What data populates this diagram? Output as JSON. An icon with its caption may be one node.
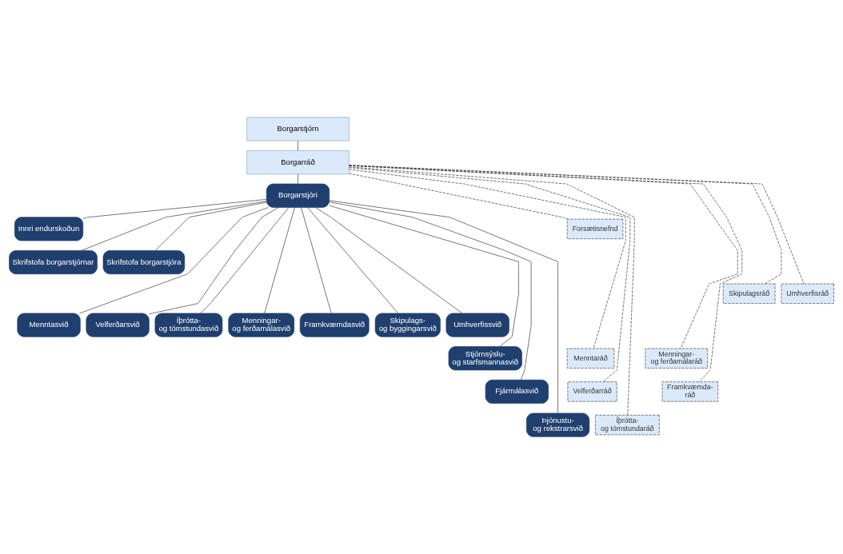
{
  "diagram": {
    "nodes": [
      {
        "text": [
          "Borgarstjórn"
        ]
      },
      {
        "text": [
          "Borgarráð"
        ]
      },
      {
        "text": [
          "Borgarstjóri"
        ]
      },
      {
        "text": [
          "Innri endurskoðun"
        ]
      },
      {
        "text": [
          "Forsætisnefnd"
        ]
      },
      {
        "text": [
          "Skrifstofa borgarstjórnar"
        ]
      },
      {
        "text": [
          "Skrifstofa borgarstjóra"
        ]
      },
      {
        "text": [
          "Menntaráð"
        ]
      },
      {
        "text": [
          "Menntasvið"
        ]
      },
      {
        "text": [
          "Velferðarráð"
        ]
      },
      {
        "text": [
          "Velferðarsvið"
        ]
      },
      {
        "text": [
          "Íþrótta- og tómstundaráð"
        ]
      },
      {
        "text": [
          "Íþrótta- og tómstundasvið"
        ]
      },
      {
        "text": [
          "Menningar- og ferðamálaráð"
        ]
      },
      {
        "text": [
          "Menningar- og ferðamálasvið"
        ]
      },
      {
        "text": [
          "Framkvæmda- ráð"
        ]
      },
      {
        "text": [
          "Framkvæmdasvið"
        ]
      },
      {
        "text": [
          "Skipulagsráð"
        ]
      },
      {
        "text": [
          "Skipulags- og byggingarsvið"
        ]
      },
      {
        "text": [
          "Umhverfisráð"
        ]
      },
      {
        "text": [
          "Umhverfissvið"
        ]
      },
      {
        "text": [
          "Stjórnsýslu- og starfsmannasvið"
        ]
      },
      {
        "text": [
          "Fjármálasvið"
        ]
      },
      {
        "text": [
          "Þjónustu- og rekstrarsvið"
        ]
      }
    ],
    "edges": [
      {
        "from": 0,
        "to": 1,
        "arrow": "none"
      },
      {
        "from": 1,
        "to": 2,
        "arrow": "none"
      },
      {
        "from": 2,
        "to": 3,
        "arrow": "none"
      },
      {
        "from": 1,
        "to": 4,
        "arrow": "none",
        "style": "dashed"
      },
      {
        "from": 2,
        "to": 5,
        "arrow": "none"
      },
      {
        "from": 2,
        "to": 6,
        "arrow": "none"
      },
      {
        "from": 1,
        "to": 7,
        "arrow": "none",
        "style": "dashed"
      },
      {
        "from": 1,
        "to": 9,
        "arrow": "none",
        "style": "dashed"
      },
      {
        "from": 1,
        "to": 11,
        "arrow": "none",
        "style": "dashed"
      },
      {
        "from": 1,
        "to": 13,
        "arrow": "none",
        "style": "dashed"
      },
      {
        "from": 1,
        "to": 15,
        "arrow": "none",
        "style": "dashed"
      },
      {
        "from": 1,
        "to": 17,
        "arrow": "none",
        "style": "dashed"
      },
      {
        "from": 1,
        "to": 19,
        "arrow": "none",
        "style": "dashed"
      },
      {
        "from": 2,
        "to": 8,
        "arrow": "none"
      },
      {
        "from": 2,
        "to": 10,
        "arrow": "none"
      },
      {
        "from": 2,
        "to": 12,
        "arrow": "none"
      },
      {
        "from": 2,
        "to": 14,
        "arrow": "none"
      },
      {
        "from": 2,
        "to": 16,
        "arrow": "none"
      },
      {
        "from": 2,
        "to": 18,
        "arrow": "none"
      },
      {
        "from": 2,
        "to": 20,
        "arrow": "none"
      },
      {
        "from": 2,
        "to": 21,
        "arrow": "none"
      },
      {
        "from": 2,
        "to": 22,
        "arrow": "none"
      },
      {
        "from": 2,
        "to": 23,
        "arrow": "none"
      }
    ]
  }
}
